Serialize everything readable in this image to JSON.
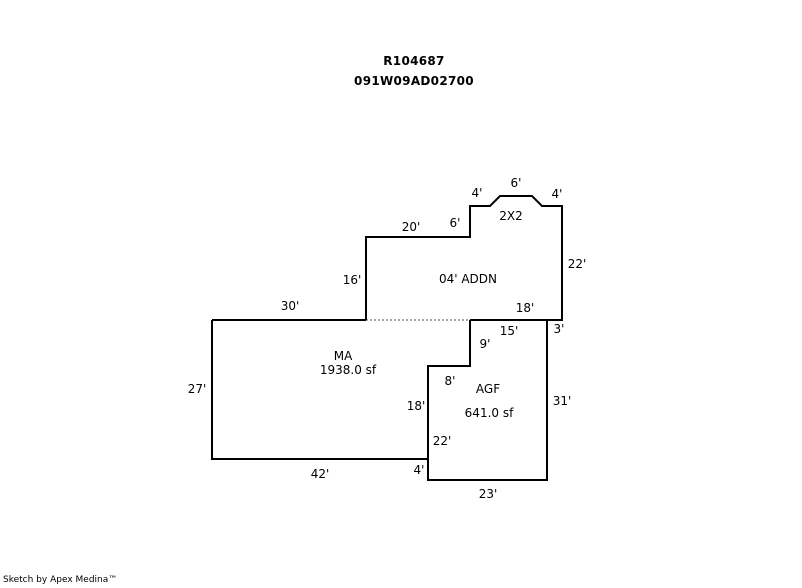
{
  "header": {
    "account": "R104687",
    "parcel": "091W09AD02700"
  },
  "areas": {
    "ma": {
      "name": "MA",
      "area": "1938.0 sf"
    },
    "addn": {
      "name": "04' ADDN"
    },
    "agf": {
      "name": "AGF",
      "area": "641.0 sf"
    },
    "bay": {
      "name": "2X2"
    }
  },
  "dimensions": {
    "ma_top": "30'",
    "ma_left": "27'",
    "ma_bottom": "42'",
    "ma_step": "4'",
    "ma_notch_v": "18'",
    "ma_notch_h": "8'",
    "ma_upper_v": "9'",
    "addn_left": "16'",
    "addn_top": "20'",
    "addn_step": "6'",
    "addn_right": "22'",
    "addn_bottom": "18'",
    "bay_left": "4'",
    "bay_top": "6'",
    "bay_right": "4'",
    "agf_left": "22'",
    "agf_bottom": "23'",
    "agf_right": "31'",
    "agf_top": "15'",
    "agf_jog": "3'"
  },
  "footer": {
    "credit": "Sketch by Apex Medina™"
  }
}
